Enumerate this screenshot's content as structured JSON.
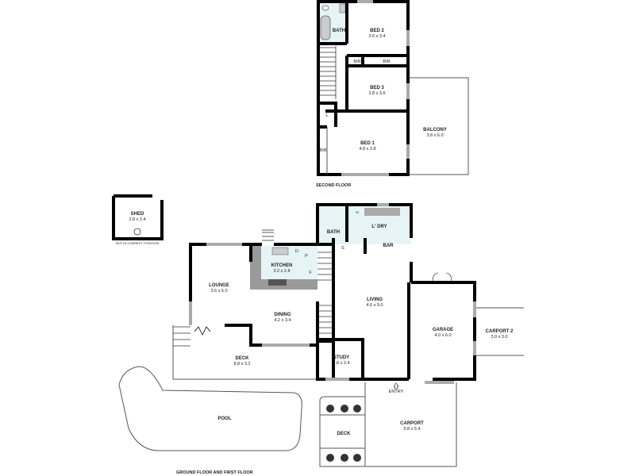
{
  "colors": {
    "wall": "#000000",
    "wet_area": "#e6f4f6",
    "kitchen_bench": "#9a9a9a",
    "window": "#aaaaaa"
  },
  "second_floor": {
    "caption": "SECOND FLOOR",
    "rooms": [
      {
        "name": "BATH"
      },
      {
        "name": "BED 2",
        "dims": "3.6 x 3.4"
      },
      {
        "name": "BIR"
      },
      {
        "name": "BIR"
      },
      {
        "name": "BED 3",
        "dims": "2.8 x 3.6"
      },
      {
        "name": "L"
      },
      {
        "name": "BIR"
      },
      {
        "name": "BED 1",
        "dims": "4.8 x 3.8"
      },
      {
        "name": "BALCONY",
        "dims": "3.8 x 6.0"
      }
    ]
  },
  "shed": {
    "name": "SHED",
    "dims": "2.8 x 2.4",
    "note": "NOT IN CORRECT POSITION"
  },
  "ground_floor": {
    "caption": "GROUND FLOOR AND FIRST FLOOR",
    "rooms": [
      {
        "name": "BATH"
      },
      {
        "name": "L' DRY"
      },
      {
        "name": "BAR"
      },
      {
        "name": "KITCHEN",
        "dims": "3.2 x 2.8"
      },
      {
        "name": "LOUNGE",
        "dims": "3.6 x 5.0"
      },
      {
        "name": "DINING",
        "dims": "4.2 x 3.4"
      },
      {
        "name": "LIVING",
        "dims": "4.6 x 9.0"
      },
      {
        "name": "GARAGE",
        "dims": "4.0 x 6.0"
      },
      {
        "name": "CARPORT 2",
        "dims": "3.0 x 3.0"
      },
      {
        "name": "DECK",
        "dims": "8.8 x 3.2"
      },
      {
        "name": "STUDY",
        "dims": "2.8 x 2.4"
      },
      {
        "name": "ENTRY"
      },
      {
        "name": "POOL"
      },
      {
        "name": "DECK"
      },
      {
        "name": "CARPORT",
        "dims": "5.8 x 5.4"
      }
    ],
    "kitchen_marks": {
      "dishwasher": "D",
      "pantry": "P",
      "fridge": "F",
      "storage": "S",
      "washer": "W"
    }
  }
}
